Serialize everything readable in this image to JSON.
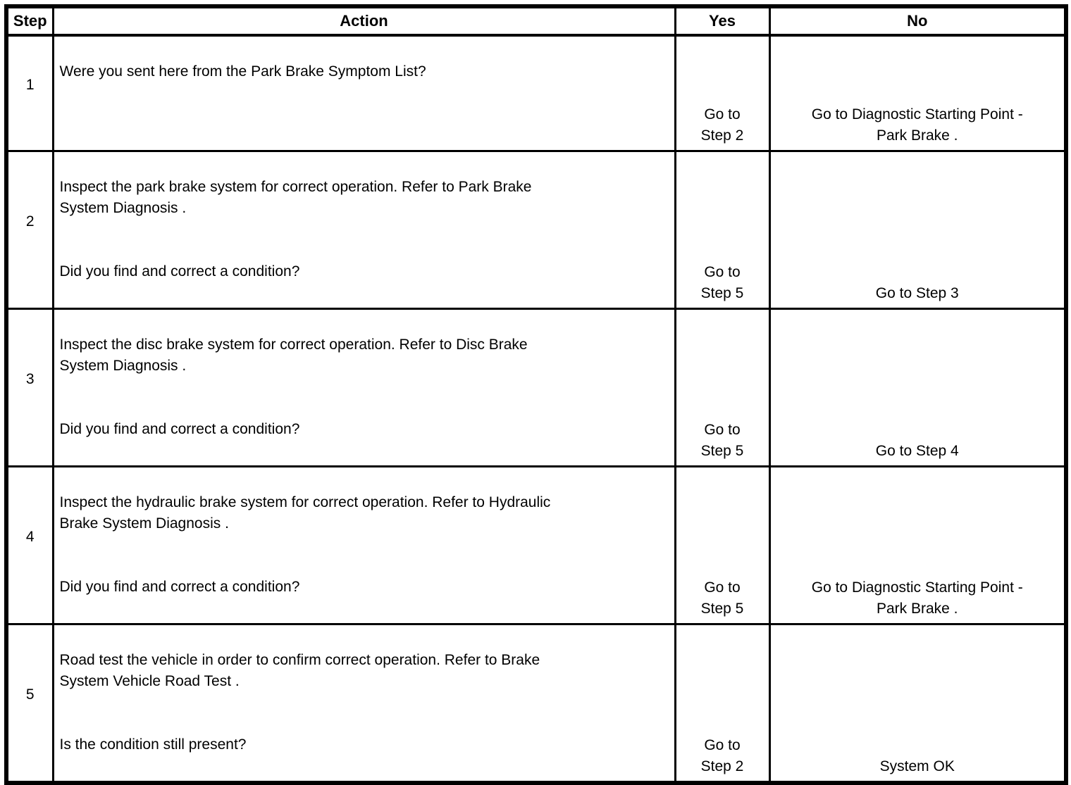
{
  "table": {
    "headers": {
      "step": "Step",
      "action": "Action",
      "yes": "Yes",
      "no": "No"
    },
    "rows": [
      {
        "step": "1",
        "action": "Were you sent here from the Park Brake Symptom List?",
        "question": "",
        "yes": "Go to\nStep 2",
        "no": "Go to Diagnostic Starting Point -\nPark Brake ."
      },
      {
        "step": "2",
        "action": "Inspect the park brake system for correct operation. Refer to Park Brake\nSystem Diagnosis .",
        "question": "Did you find and correct a condition?",
        "yes": "Go to\nStep 5",
        "no": "Go to Step 3"
      },
      {
        "step": "3",
        "action": "Inspect the disc brake system for correct operation. Refer to Disc Brake\nSystem Diagnosis .",
        "question": "Did you find and correct a condition?",
        "yes": "Go to\nStep 5",
        "no": "Go to Step 4"
      },
      {
        "step": "4",
        "action": "Inspect the hydraulic brake system for correct operation. Refer to Hydraulic\nBrake System Diagnosis .",
        "question": "Did you find and correct a condition?",
        "yes": "Go to\nStep 5",
        "no": "Go to Diagnostic Starting Point -\nPark Brake ."
      },
      {
        "step": "5",
        "action": "Road test the vehicle in order to confirm correct operation. Refer to Brake\nSystem Vehicle Road Test .",
        "question": "Is the condition still present?",
        "yes": "Go to\nStep 2",
        "no": "System OK"
      }
    ],
    "colors": {
      "border": "#000000",
      "text": "#000000",
      "background": "#ffffff"
    }
  }
}
